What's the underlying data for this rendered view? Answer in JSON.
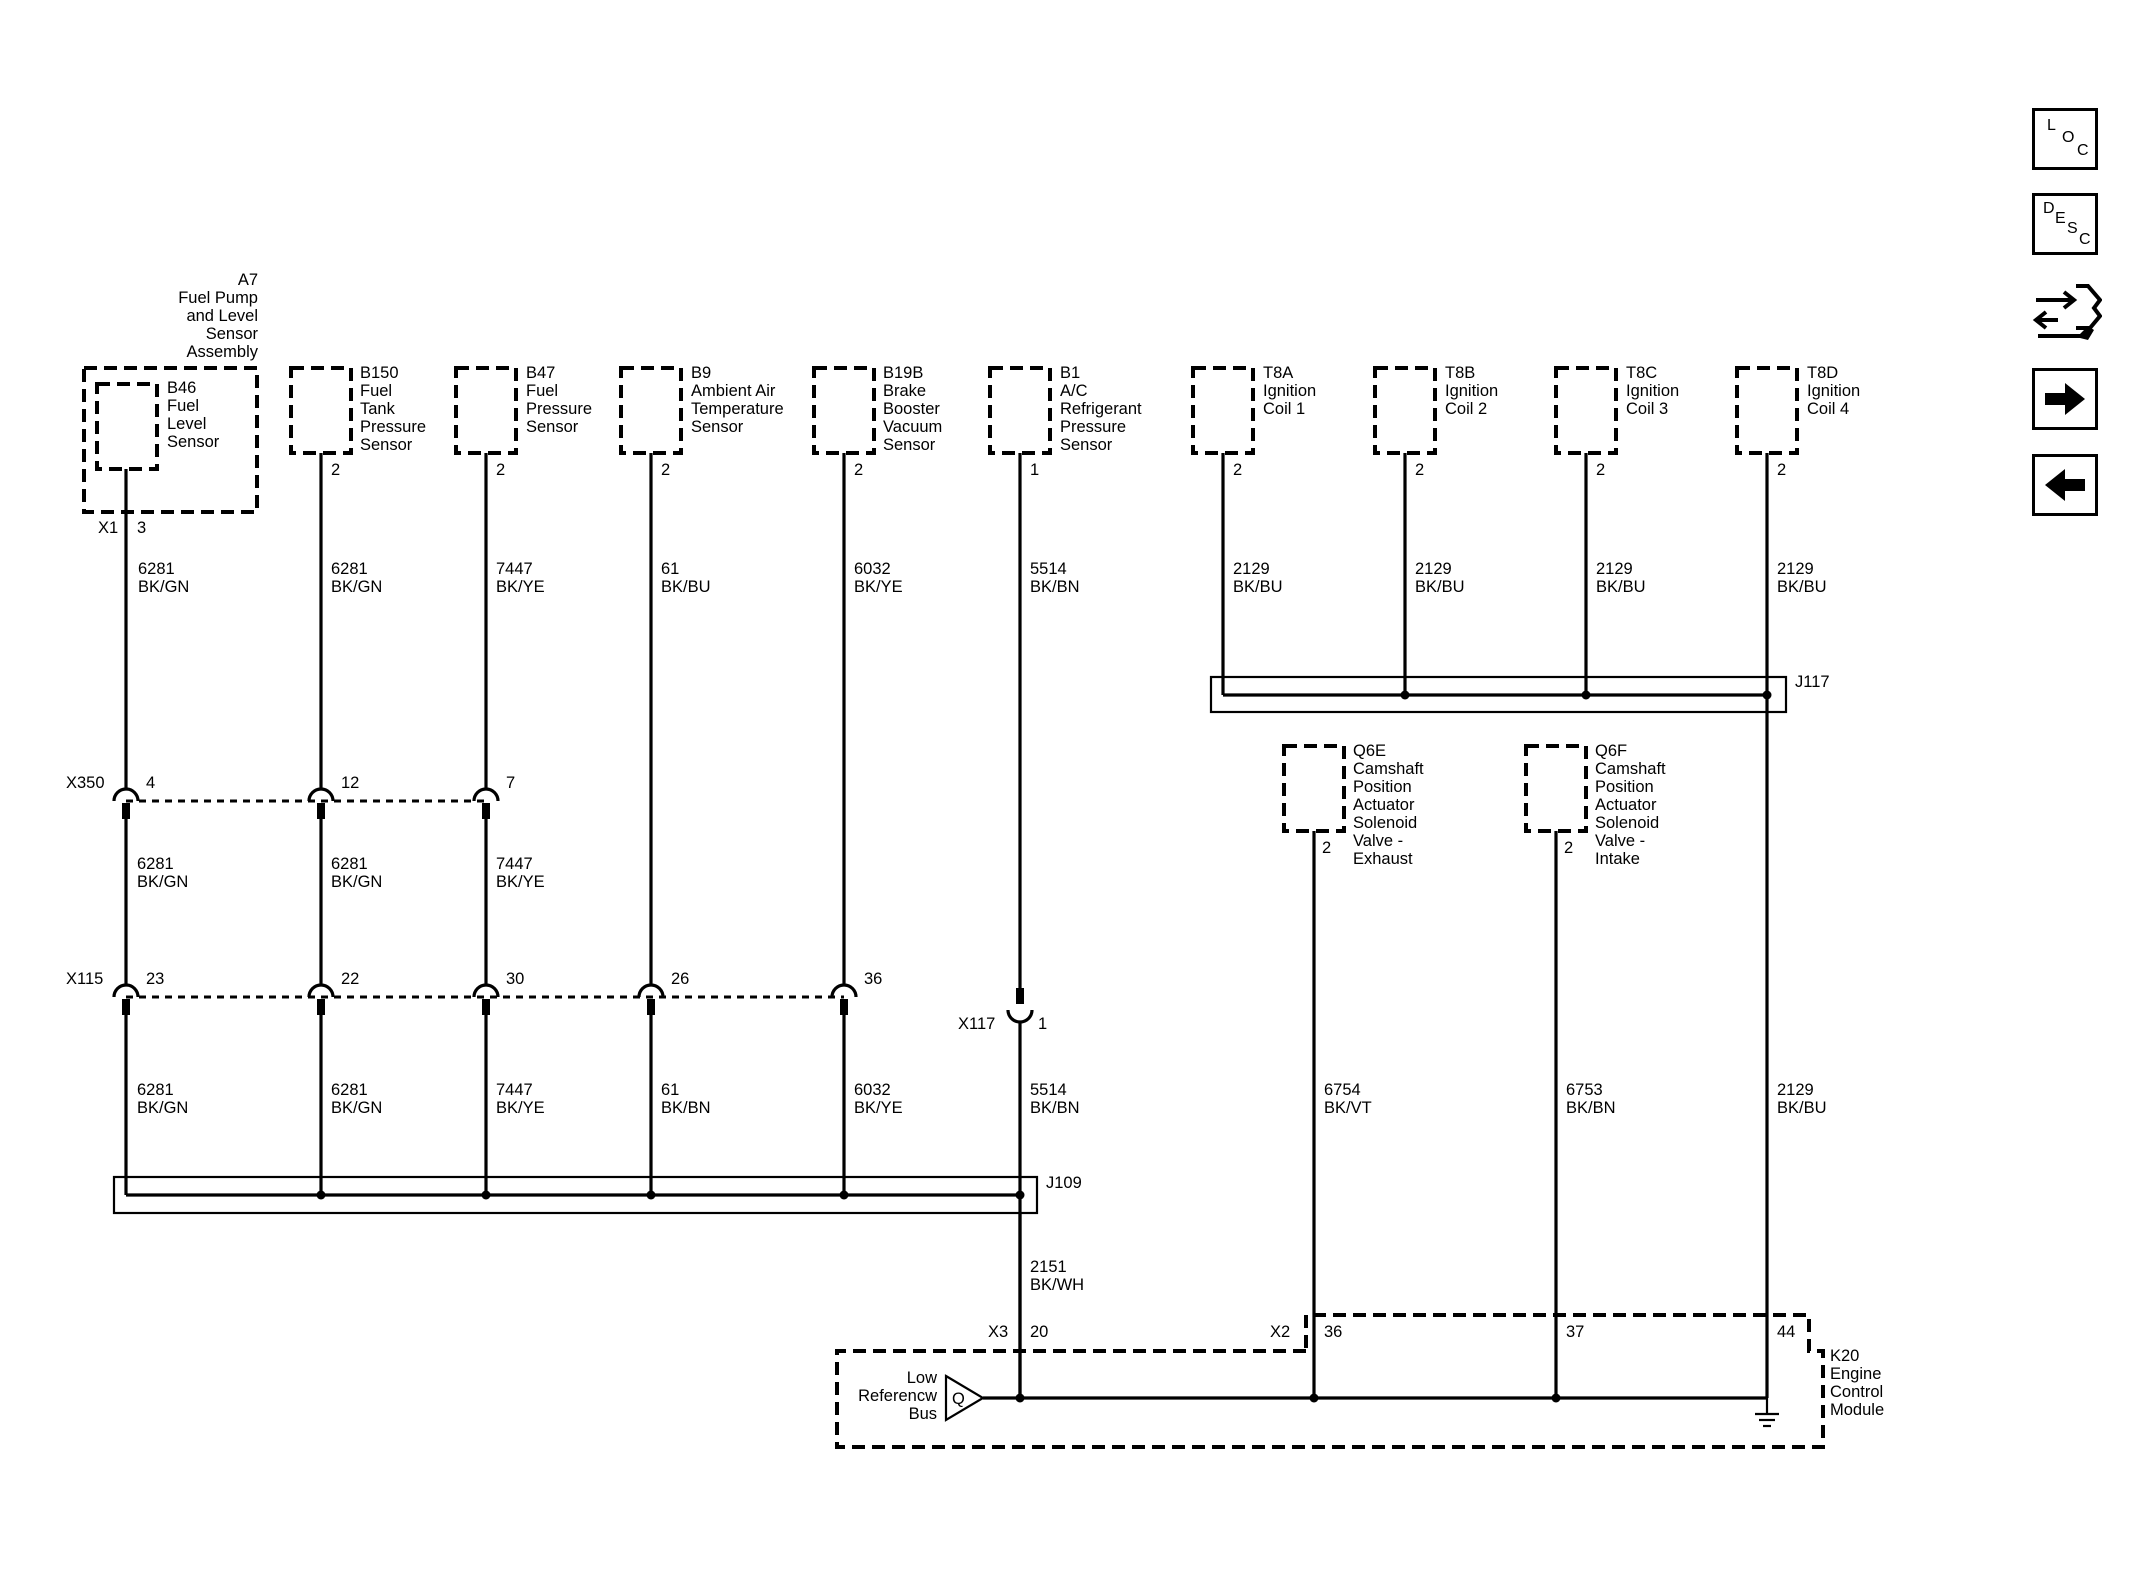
{
  "nav": {
    "loc": [
      "L",
      "O",
      "C"
    ],
    "desc": [
      "D",
      "E",
      "S",
      "C"
    ]
  },
  "components": [
    {
      "id": "A7",
      "lines": [
        "Fuel Pump",
        "and Level",
        "Sensor",
        "Assembly"
      ]
    },
    {
      "id": "B46",
      "lines": [
        "Fuel",
        "Level",
        "Sensor"
      ]
    },
    {
      "id": "B150",
      "lines": [
        "Fuel",
        "Tank",
        "Pressure",
        "Sensor"
      ]
    },
    {
      "id": "B47",
      "lines": [
        "Fuel",
        "Pressure",
        "Sensor"
      ]
    },
    {
      "id": "B9",
      "lines": [
        "Ambient Air",
        "Temperature",
        "Sensor"
      ]
    },
    {
      "id": "B19B",
      "lines": [
        "Brake",
        "Booster",
        "Vacuum",
        "Sensor"
      ]
    },
    {
      "id": "B1",
      "lines": [
        "A/C",
        "Refrigerant",
        "Pressure",
        "Sensor"
      ]
    },
    {
      "id": "T8A",
      "lines": [
        "Ignition",
        "Coil 1"
      ]
    },
    {
      "id": "T8B",
      "lines": [
        "Ignition",
        "Coil 2"
      ]
    },
    {
      "id": "T8C",
      "lines": [
        "Ignition",
        "Coil 3"
      ]
    },
    {
      "id": "T8D",
      "lines": [
        "Ignition",
        "Coil 4"
      ]
    },
    {
      "id": "Q6E",
      "lines": [
        "Camshaft",
        "Position",
        "Actuator",
        "Solenoid",
        "Valve -",
        "Exhaust"
      ]
    },
    {
      "id": "Q6F",
      "lines": [
        "Camshaft",
        "Position",
        "Actuator",
        "Solenoid",
        "Valve -",
        "Intake"
      ]
    },
    {
      "id": "K20",
      "lines": [
        "Engine",
        "Control",
        "Module"
      ]
    }
  ],
  "pins": {
    "sensor_pins": [
      "3",
      "2",
      "2",
      "2",
      "2",
      "1",
      "2",
      "2",
      "2",
      "2"
    ],
    "cam_pins": [
      "2",
      "2"
    ],
    "x350": [
      "4",
      "12",
      "7"
    ],
    "x115": [
      "23",
      "22",
      "30",
      "26",
      "36"
    ],
    "x117": "1",
    "x3": "20",
    "x2": [
      "36",
      "37",
      "44"
    ]
  },
  "connectors": {
    "x1": "X1",
    "x350": "X350",
    "x115": "X115",
    "x117": "X117",
    "x3": "X3",
    "x2": "X2",
    "j109": "J109",
    "j117": "J117"
  },
  "circuits": {
    "upper": [
      {
        "num": "6281",
        "color": "BK/GN"
      },
      {
        "num": "6281",
        "color": "BK/GN"
      },
      {
        "num": "7447",
        "color": "BK/YE"
      },
      {
        "num": "61",
        "color": "BK/BU"
      },
      {
        "num": "6032",
        "color": "BK/YE"
      },
      {
        "num": "5514",
        "color": "BK/BN"
      },
      {
        "num": "2129",
        "color": "BK/BU"
      },
      {
        "num": "2129",
        "color": "BK/BU"
      },
      {
        "num": "2129",
        "color": "BK/BU"
      },
      {
        "num": "2129",
        "color": "BK/BU"
      }
    ],
    "mid": [
      {
        "num": "6281",
        "color": "BK/GN"
      },
      {
        "num": "6281",
        "color": "BK/GN"
      },
      {
        "num": "7447",
        "color": "BK/YE"
      }
    ],
    "lower": [
      {
        "num": "6281",
        "color": "BK/GN"
      },
      {
        "num": "6281",
        "color": "BK/GN"
      },
      {
        "num": "7447",
        "color": "BK/YE"
      },
      {
        "num": "61",
        "color": "BK/BN"
      },
      {
        "num": "6032",
        "color": "BK/YE"
      },
      {
        "num": "5514",
        "color": "BK/BN"
      },
      {
        "num": "6754",
        "color": "BK/VT"
      },
      {
        "num": "6753",
        "color": "BK/BN"
      },
      {
        "num": "2129",
        "color": "BK/BU"
      }
    ],
    "ground": {
      "num": "2151",
      "color": "BK/WH"
    }
  },
  "ecm": {
    "bus_label": [
      "Low",
      "Referencw",
      "Bus"
    ],
    "bus_symbol": "Q"
  }
}
